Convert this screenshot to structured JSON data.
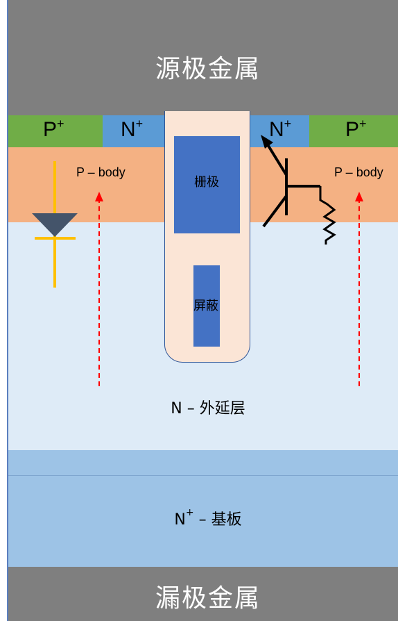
{
  "source_metal": {
    "label": "源极金属",
    "color": "#7f7f7f"
  },
  "drain_metal": {
    "label": "漏极金属",
    "color": "#7f7f7f"
  },
  "regions": {
    "p_plus": {
      "base": "P",
      "sup": "+",
      "color": "#70ad47"
    },
    "n_plus": {
      "base": "N",
      "sup": "+",
      "color": "#5b9bd5"
    },
    "p_body": {
      "label": "P – body",
      "color": "#f4b183"
    },
    "n_epi": {
      "label": "N – 外延层",
      "color": "#deebf7"
    },
    "n_substrate": {
      "base": "N",
      "sup": "+",
      "rest": " –  基板",
      "color": "#9dc3e6"
    }
  },
  "trench": {
    "gate_label": "栅极",
    "shield_label": "屏蔽",
    "oxide_color": "#fbe5d6",
    "electrode_color": "#4472c4"
  },
  "symbols": {
    "body_diode": "body-diode",
    "parasitic_bjt": "parasitic-npn-transistor",
    "resistor": "body-resistance",
    "current_arrows": "dashed-red-arrows"
  }
}
